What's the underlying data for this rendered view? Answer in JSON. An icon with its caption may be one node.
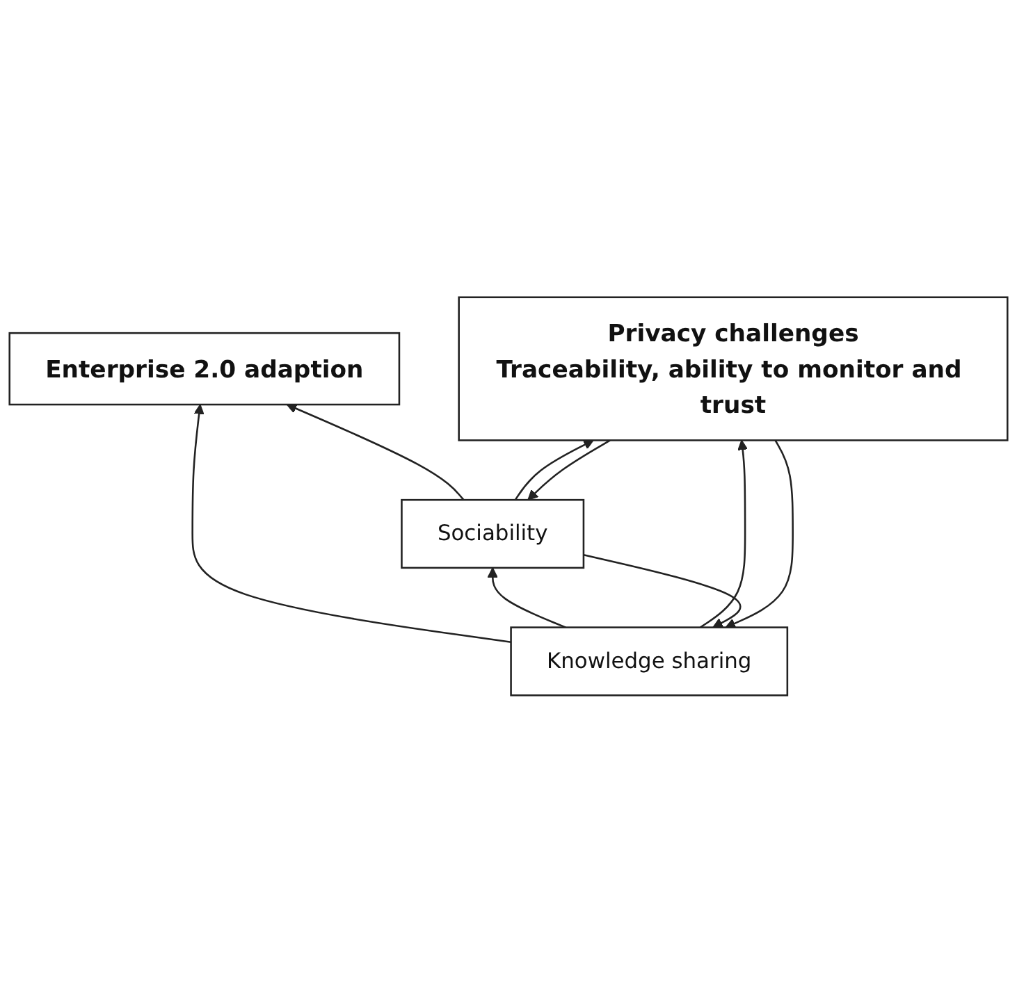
{
  "diagram": {
    "nodes": [
      {
        "text": [
          "Enterprise 2.0 adaption"
        ]
      },
      {
        "text": [
          "Knowledge sharing"
        ]
      },
      {
        "text": [
          "Sociability"
        ]
      },
      {
        "text": [
          "Privacy challenges",
          "Traceability, ability to monitor and trust"
        ]
      }
    ],
    "edges": [
      {
        "from": 1,
        "to": 0,
        "arrow": "to"
      },
      {
        "from": 2,
        "to": 0,
        "arrow": "to"
      },
      {
        "from": 1,
        "to": 2,
        "arrow": "to"
      },
      {
        "from": 2,
        "to": 1,
        "arrow": "to"
      },
      {
        "from": 3,
        "to": 1,
        "arrow": "to"
      },
      {
        "from": 1,
        "to": 3,
        "arrow": "to"
      },
      {
        "from": 3,
        "to": 2,
        "arrow": "to"
      },
      {
        "from": 2,
        "to": 3,
        "arrow": "to"
      }
    ]
  }
}
